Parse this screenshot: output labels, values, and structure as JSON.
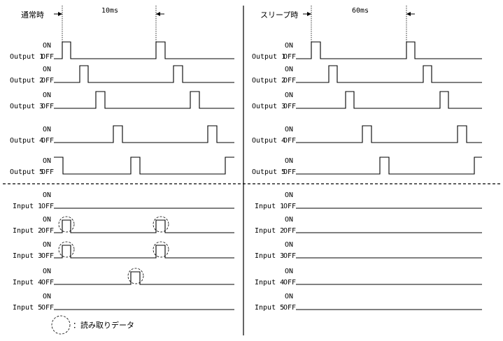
{
  "on_label": "ON",
  "off_label": "OFF",
  "legend_text": "：読み取りデータ",
  "panels": [
    {
      "header": "通常時",
      "period_label": "10ms",
      "outputs": [
        {
          "label": "Output 1"
        },
        {
          "label": "Output 2"
        },
        {
          "label": "Output 3"
        },
        {
          "label": "Output 4"
        },
        {
          "label": "Output 5"
        }
      ],
      "inputs": [
        {
          "label": "Input 1"
        },
        {
          "label": "Input 2"
        },
        {
          "label": "Input 3"
        },
        {
          "label": "Input 4"
        },
        {
          "label": "Input 5"
        }
      ]
    },
    {
      "header": "スリープ時",
      "period_label": "60ms",
      "outputs": [
        {
          "label": "Output 1"
        },
        {
          "label": "Output 2"
        },
        {
          "label": "Output 3"
        },
        {
          "label": "Output 4"
        },
        {
          "label": "Output 5"
        }
      ],
      "inputs": [
        {
          "label": "Input 1"
        },
        {
          "label": "Input 2"
        },
        {
          "label": "Input 3"
        },
        {
          "label": "Input 4"
        },
        {
          "label": "Input 5"
        }
      ]
    }
  ]
}
